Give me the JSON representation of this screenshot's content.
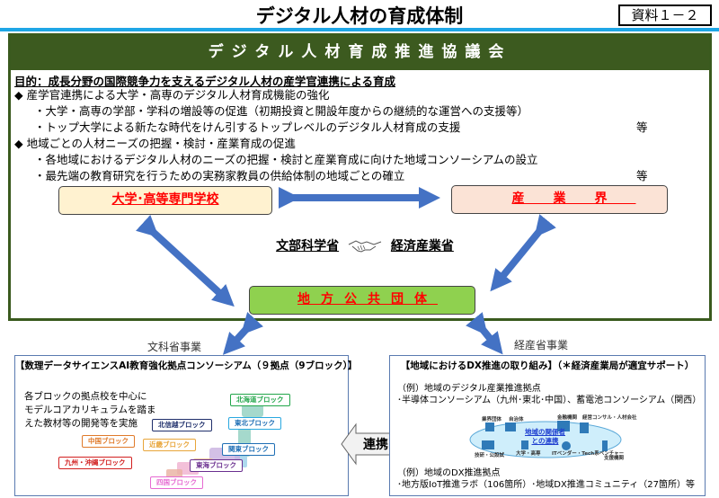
{
  "header": {
    "title": "デジタル人材の育成体制",
    "doc_ref": "資料１－２"
  },
  "council": {
    "name": "デジタル人材育成推進協議会",
    "purpose": "目的：成長分野の国際競争力を支えるデジタル人材の産学官連携による育成",
    "lines": [
      {
        "text": "◆ 産学官連携による大学・高専のデジタル人材育成機能の強化",
        "sub": false,
        "etc": ""
      },
      {
        "text": "・大学・高専の学部・学科の増設等の促進（初期投資と開設年度からの継続的な運営への支援等）",
        "sub": true,
        "etc": ""
      },
      {
        "text": "・トップ大学による新たな時代をけん引するトップレベルのデジタル人材育成の支援",
        "sub": true,
        "etc": "等"
      },
      {
        "text": "◆ 地域ごとの人材ニーズの把握・検討・産業育成の促進",
        "sub": false,
        "etc": ""
      },
      {
        "text": "・各地域におけるデジタル人材のニーズの把握・検討と産業育成に向けた地域コンソーシアムの設立",
        "sub": true,
        "etc": ""
      },
      {
        "text": "・最先端の教育研究を行うための実務家教員の供給体制の地域ごとの確立",
        "sub": true,
        "etc": "等"
      }
    ],
    "university_box": "大学･高等専門学校",
    "industry_box": "産業界",
    "local_gov_box": "地方公共団体",
    "mext": "文部科学省",
    "meti": "経済産業省",
    "handshake_icon": "handshake-icon"
  },
  "mext_project": {
    "label": "文科省事業",
    "title": "【数理データサイエンスAI教育強化拠点コンソーシアム（９拠点（9ブロック）】",
    "description": [
      "各ブロックの拠点校を中心に",
      "モデルコアカリキュラムを踏ま",
      "えた教材等の開発等を実施"
    ],
    "blocks": [
      {
        "name": "北海道ブロック",
        "color": "#22a64a"
      },
      {
        "name": "東北ブロック",
        "color": "#29a8e0"
      },
      {
        "name": "北信越ブロック",
        "color": "#1f2f6b"
      },
      {
        "name": "関東ブロック",
        "color": "#1f6fb5"
      },
      {
        "name": "近畿ブロック",
        "color": "#e8a53a"
      },
      {
        "name": "東海ブロック",
        "color": "#6a2f8f"
      },
      {
        "name": "中国ブロック",
        "color": "#e07a2a"
      },
      {
        "name": "九州・沖縄ブロック",
        "color": "#d21f1f"
      },
      {
        "name": "四国ブロック",
        "color": "#e66ad2"
      }
    ]
  },
  "renkei": "連携",
  "meti_project": {
    "label": "経産省事業",
    "title": "【地域におけるDX推進の取り組み】（＊経済産業局が適宜サポート）",
    "example1_heading": "（例）地域のデジタル産業推進拠点",
    "example1_detail": "･半導体コンソーシアム（九州･東北･中国）、蓄電池コンソーシアム（関西）",
    "ecosystem": {
      "center": [
        "地域の関係者",
        "との連携"
      ],
      "actors": [
        "業界団体",
        "自治体",
        "金融機関",
        "経営コンサル・人材会社",
        "技研・公設試",
        "大学・高専",
        "ITベンダー・Tech系ベンチャー",
        "支援機関"
      ]
    },
    "example2_heading": "（例）地域のDX推進拠点",
    "example2_detail": "･地方版IoT推進ラボ（106箇所）･地域DX推進コミュニティ（27箇所）等"
  },
  "colors": {
    "council_green": "#3c5a1f",
    "title_rule": "#1ea6e6",
    "arrow_blue": "#4472c4",
    "highlight_red": "#ff0000",
    "univ_fill": "#fff2d0",
    "industry_fill": "#fbe3d6",
    "local_fill": "#8fd14f"
  }
}
